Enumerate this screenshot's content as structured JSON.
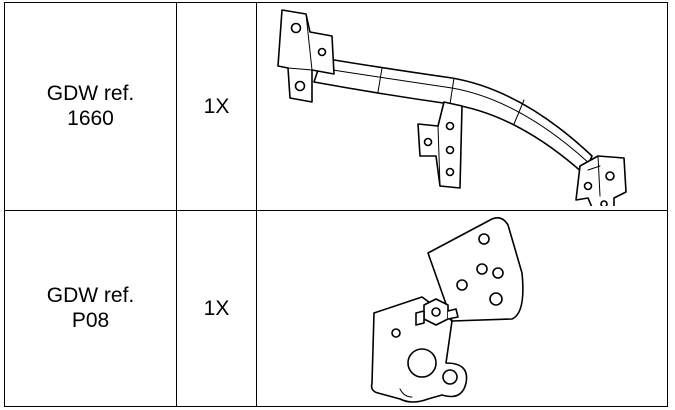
{
  "parts": [
    {
      "ref_line1": "GDW ref.",
      "ref_line2": "1660",
      "quantity": "1X",
      "drawing_icon": "towbar-crossbar-drawing"
    },
    {
      "ref_line1": "GDW ref.",
      "ref_line2": "P08",
      "quantity": "1X",
      "drawing_icon": "socket-mounting-plate-drawing"
    }
  ]
}
